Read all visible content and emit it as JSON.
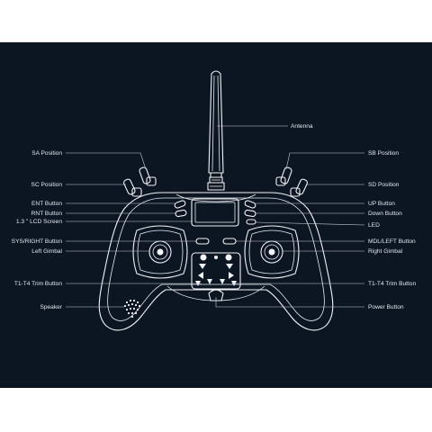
{
  "labels": {
    "antenna": "Antenna",
    "sa_position": "SA  Position",
    "sb_position": "SB  Position",
    "sc_position": "SC  Position",
    "sd_position": "SD  Position",
    "ent_button": "ENT  Button",
    "rnt_button": "RNT  Button",
    "lcd_screen": "1.3 \" LCD Screen",
    "sys_right_button": "SYS/RIGHT Button",
    "left_gimbal": "Left Gimbal",
    "trim_left": "T1-T4  Trim Button",
    "speaker": "Speaker",
    "up_button": "UP  Button",
    "down_button": "Down  Button",
    "led": "LED",
    "mdl_left_button": "MDL/LEFT Button",
    "right_gimbal": "Right Gimbal",
    "trim_right": "T1-T4  Trim Button",
    "power_button": "Power Button"
  },
  "colors": {
    "background": "#0c1522",
    "outline": "#f2f4f7",
    "text": "#e3e8ee"
  }
}
